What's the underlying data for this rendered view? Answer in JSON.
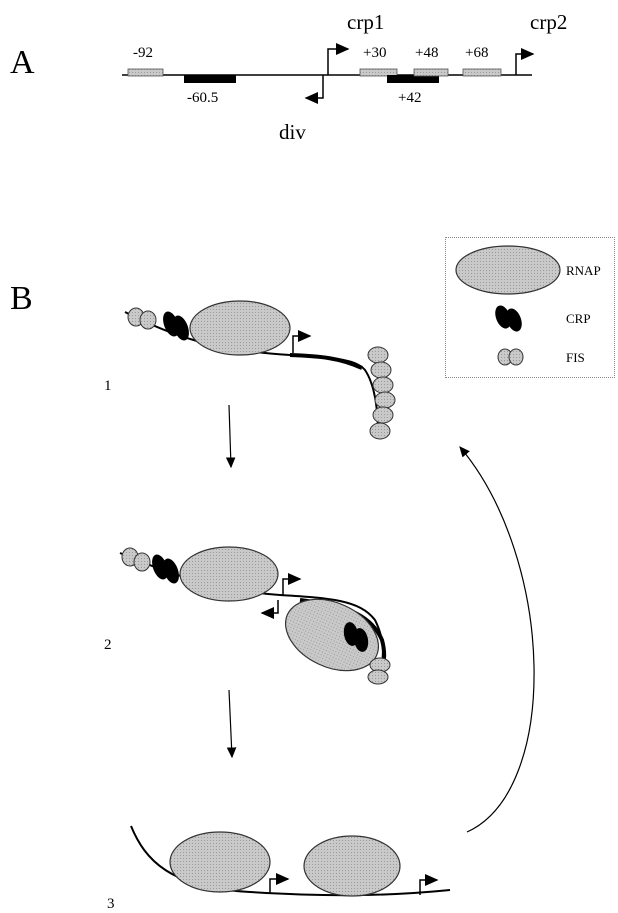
{
  "panels": {
    "a": "A",
    "b": "B"
  },
  "promoter_map": {
    "promoters": {
      "crp1": "crp1",
      "crp2": "crp2",
      "div": "div"
    },
    "sites": {
      "s_m92": "-92",
      "s_m60_5": "-60.5",
      "s_p30": "+30",
      "s_p42": "+42",
      "s_p48": "+48",
      "s_p68": "+68"
    }
  },
  "legend": {
    "rnap": "RNAP",
    "crp": "CRP",
    "fis": "FIS"
  },
  "steps": [
    "1",
    "2",
    "3"
  ],
  "colors": {
    "protein_fill": "#c4c4c4",
    "crp_fill": "#000000",
    "line": "#000000"
  }
}
